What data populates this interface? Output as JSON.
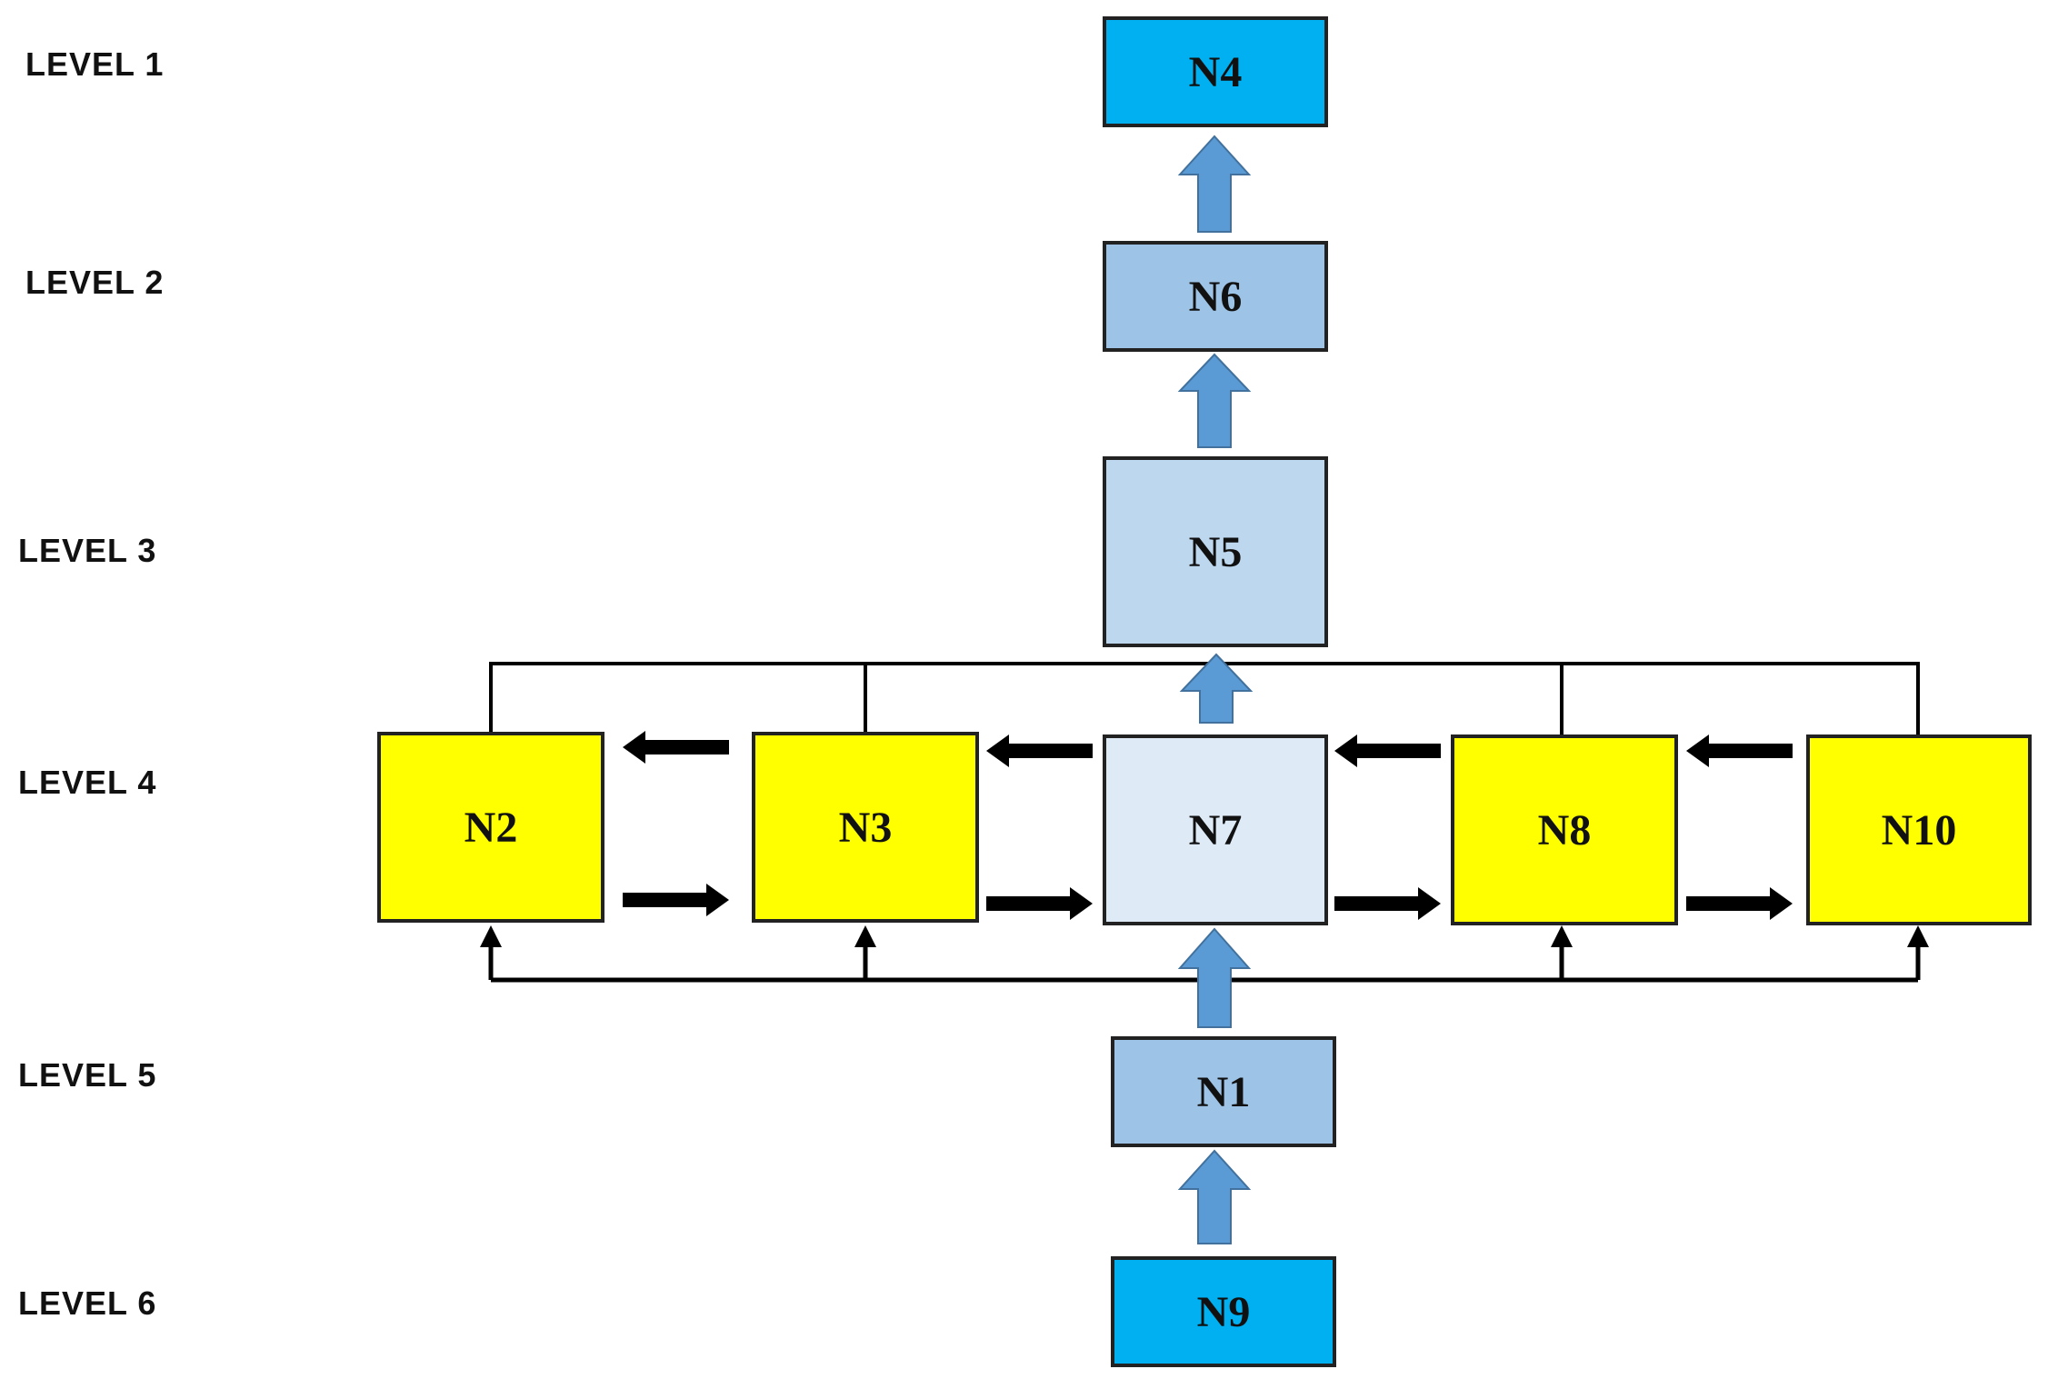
{
  "levels": [
    "LEVEL 1",
    "LEVEL 2",
    "LEVEL 3",
    "LEVEL 4",
    "LEVEL 5",
    "LEVEL 6"
  ],
  "nodes": {
    "n4": "N4",
    "n6": "N6",
    "n5": "N5",
    "n2": "N2",
    "n3": "N3",
    "n7": "N7",
    "n8": "N8",
    "n10": "N10",
    "n1": "N1",
    "n9": "N9"
  },
  "colors": {
    "dark_blue": "#00b0f0",
    "medium_blue": "#9dc3e6",
    "light_blue": "#bdd7ee",
    "pale_blue": "#deebf7",
    "yellow": "#ffff00",
    "arrow_blue": "#5b9bd5",
    "arrow_black": "#000000"
  }
}
